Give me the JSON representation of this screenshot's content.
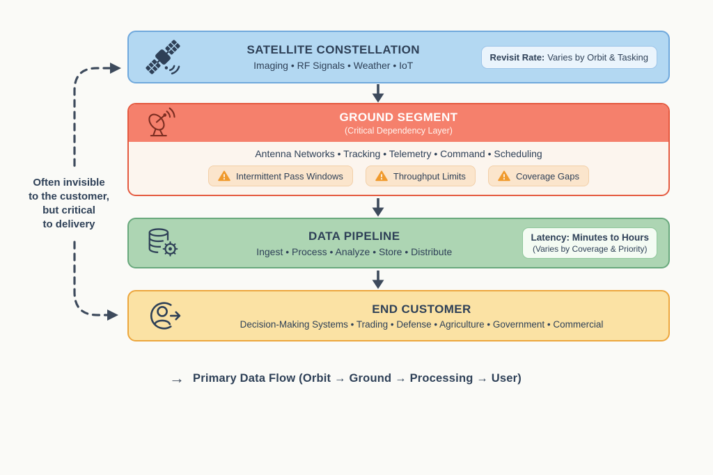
{
  "annotation": {
    "lines": [
      "Often invisible",
      "to the customer,",
      "but critical",
      "to delivery"
    ]
  },
  "satellite_box": {
    "title": "SATELLITE CONSTELLATION",
    "subtitle": "Imaging • RF Signals • Weather • IoT",
    "badge_label": "Revisit Rate:",
    "badge_value": "Varies by Orbit & Tasking",
    "icon": "satellite-icon"
  },
  "ground_box": {
    "title": "GROUND SEGMENT",
    "subtitle": "(Critical Dependency Layer)",
    "services": "Antenna Networks • Tracking • Telemetry • Command • Scheduling",
    "warnings": [
      "Intermittent Pass Windows",
      "Throughput Limits",
      "Coverage Gaps"
    ],
    "icon": "dish-antenna-icon"
  },
  "pipeline_box": {
    "title": "DATA PIPELINE",
    "subtitle": "Ingest • Process • Analyze • Store • Distribute",
    "badge_title": "Latency: Minutes to Hours",
    "badge_subtitle": "(Varies by Coverage & Priority)",
    "icon": "database-gear-icon"
  },
  "customer_box": {
    "title": "END CUSTOMER",
    "subtitle": "Decision-Making Systems • Trading • Defense • Agriculture • Government • Commercial",
    "icon": "person-arrow-icon"
  },
  "legend": {
    "arrow": "→",
    "text": "Primary Data Flow (Orbit → Ground → Processing → User)"
  },
  "colors": {
    "background": "#FAFAF7",
    "text_dark": "#2E4057",
    "satellite_fill": "#B3D8F2",
    "satellite_border": "#6FA8DC",
    "ground_header": "#F5806C",
    "ground_body": "#FCF5EE",
    "ground_border": "#E4593F",
    "warning_chip_bg": "#FBE5CC",
    "warning_orange": "#F09A2D",
    "pipeline_fill": "#ADD5B3",
    "pipeline_border": "#68A87C",
    "customer_fill": "#FBE2A4",
    "customer_border": "#ECA63D",
    "flow_arrow": "#3D4A5C",
    "dish_icon": "#7B2D21"
  }
}
